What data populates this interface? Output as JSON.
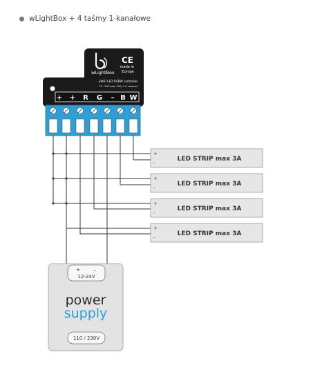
{
  "caption": {
    "text": "wLightBox + 4 taśmy 1-kanałowe"
  },
  "device": {
    "logo": "wLightBox",
    "ce": "CE",
    "made_in": "made in",
    "europe": "Europe",
    "model_line1": "μWiFi LED RGBW controller",
    "model_line2": "12 - 24V max 12A, 3 A channel",
    "terminals": [
      "+",
      "+",
      "R",
      "G",
      "–",
      "B",
      "W"
    ]
  },
  "strips": [
    {
      "plus": "+",
      "minus": "-",
      "label": "LED STRIP max 3A"
    },
    {
      "plus": "+",
      "minus": "-",
      "label": "LED STRIP max 3A"
    },
    {
      "plus": "+",
      "minus": "-",
      "label": "LED STRIP max 3A"
    },
    {
      "plus": "+",
      "minus": "-",
      "label": "LED STRIP max 3A"
    }
  ],
  "power_supply": {
    "plus": "+",
    "minus": "–",
    "output": "12-24V",
    "title_top": "power",
    "title_bottom": "supply",
    "input": "110 / 230V"
  },
  "colors": {
    "device_body": "#1a1a1a",
    "terminal_blue": "#2c9fd6",
    "strip_fill": "#e6e6e6",
    "supply_fill": "#e3e3e3",
    "supply_text_dark": "#2b2b2b",
    "supply_text_blue": "#2c9fd6",
    "wire": "#333333"
  }
}
